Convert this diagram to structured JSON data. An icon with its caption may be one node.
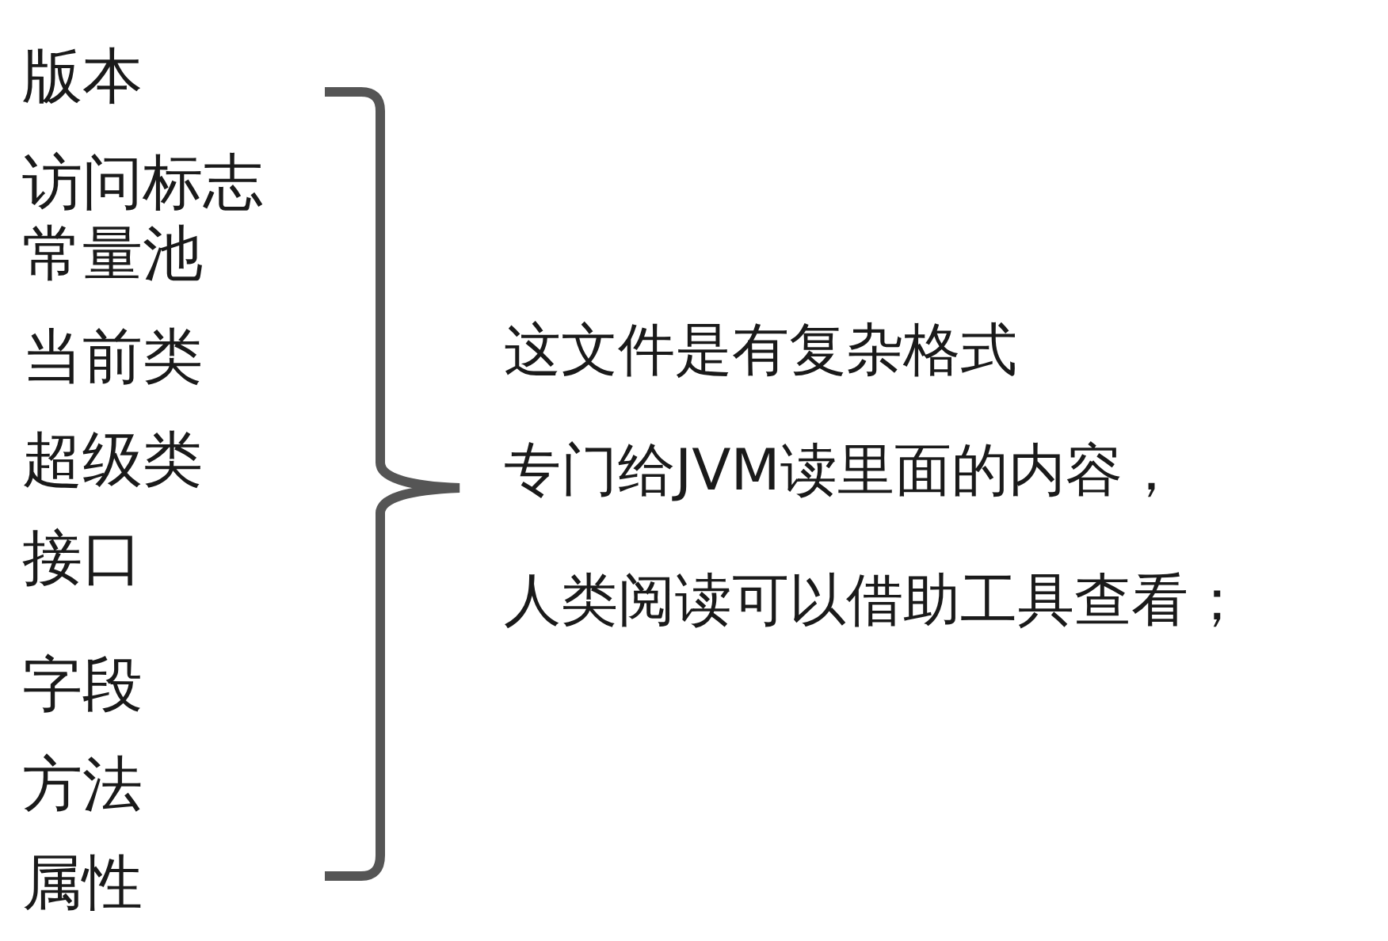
{
  "diagram": {
    "labels": [
      "版本",
      "访问标志",
      "常量池",
      "当前类",
      "超级类",
      "接口",
      "字段",
      "方法",
      "属性",
      "这文件是有复杂格式",
      "专门给JVM读里面的内容，",
      "人类阅读可以借助工具查看；"
    ]
  }
}
